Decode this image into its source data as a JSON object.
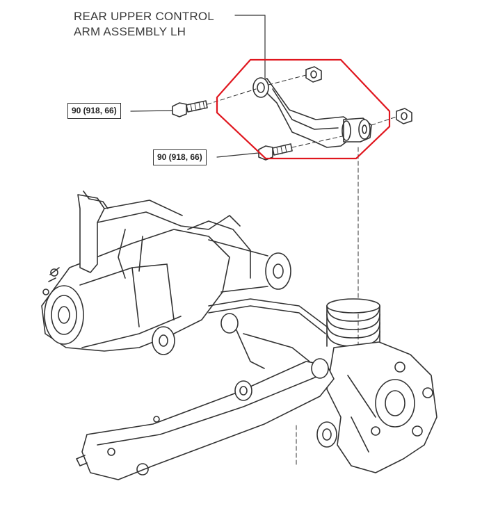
{
  "callout": {
    "part_name_line1": "REAR UPPER CONTROL",
    "part_name_line2": "ARM ASSEMBLY LH"
  },
  "torque_specs": [
    {
      "label": "90 (918, 66)"
    },
    {
      "label": "90 (918, 66)"
    }
  ],
  "colors": {
    "highlight": "#e0161e",
    "line": "#333333",
    "text": "#3a3a3a"
  }
}
